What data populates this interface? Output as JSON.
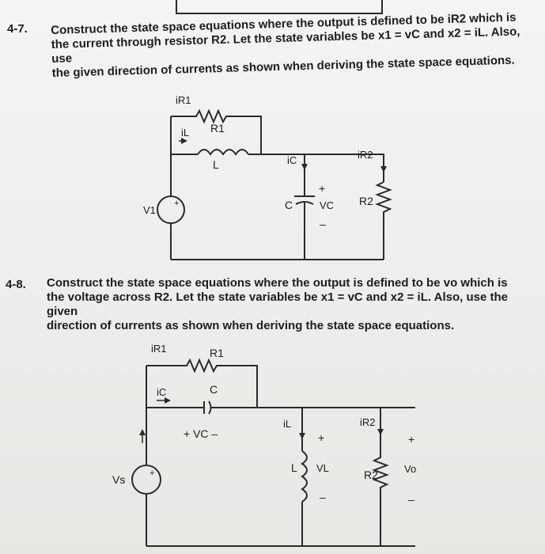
{
  "problem_4_7": {
    "number": "4-7.",
    "text": "Construct the state space equations where the output is defined to be iR2 which is\nthe current through resistor R2. Let the state variables be x1 = vC and x2 = iL. Also, use\nthe given direction of currents as shown when deriving the state space equations.",
    "circuit": {
      "iR1": "iR1",
      "R1": "R1",
      "iL": "iL",
      "L": "L",
      "iC": "iC",
      "iR2": "iR2",
      "plus": "+",
      "C": "C",
      "vC": "VC",
      "R2": "R2",
      "minus": "–",
      "V1": "V1",
      "src_plus": "+"
    }
  },
  "problem_4_8": {
    "number": "4-8.",
    "text": "Construct the state space equations where the output is defined to be vo which is\nthe voltage across R2. Let the state variables be x1 = vC and x2 = iL. Also, use the given\ndirection of currents as shown when deriving the state space equations.",
    "circuit": {
      "iR1": "iR1",
      "R1": "R1",
      "iC": "iC",
      "C": "C",
      "vC": "+ VC –",
      "iL": "iL",
      "plus_vl": "+",
      "L": "L",
      "VL": "VL",
      "minus_vl": "–",
      "iR2": "iR2",
      "R2": "R2",
      "plus_vo": "+",
      "Vo": "Vo",
      "minus_vo": "–",
      "Vs": "Vs",
      "src_plus": "+"
    }
  }
}
